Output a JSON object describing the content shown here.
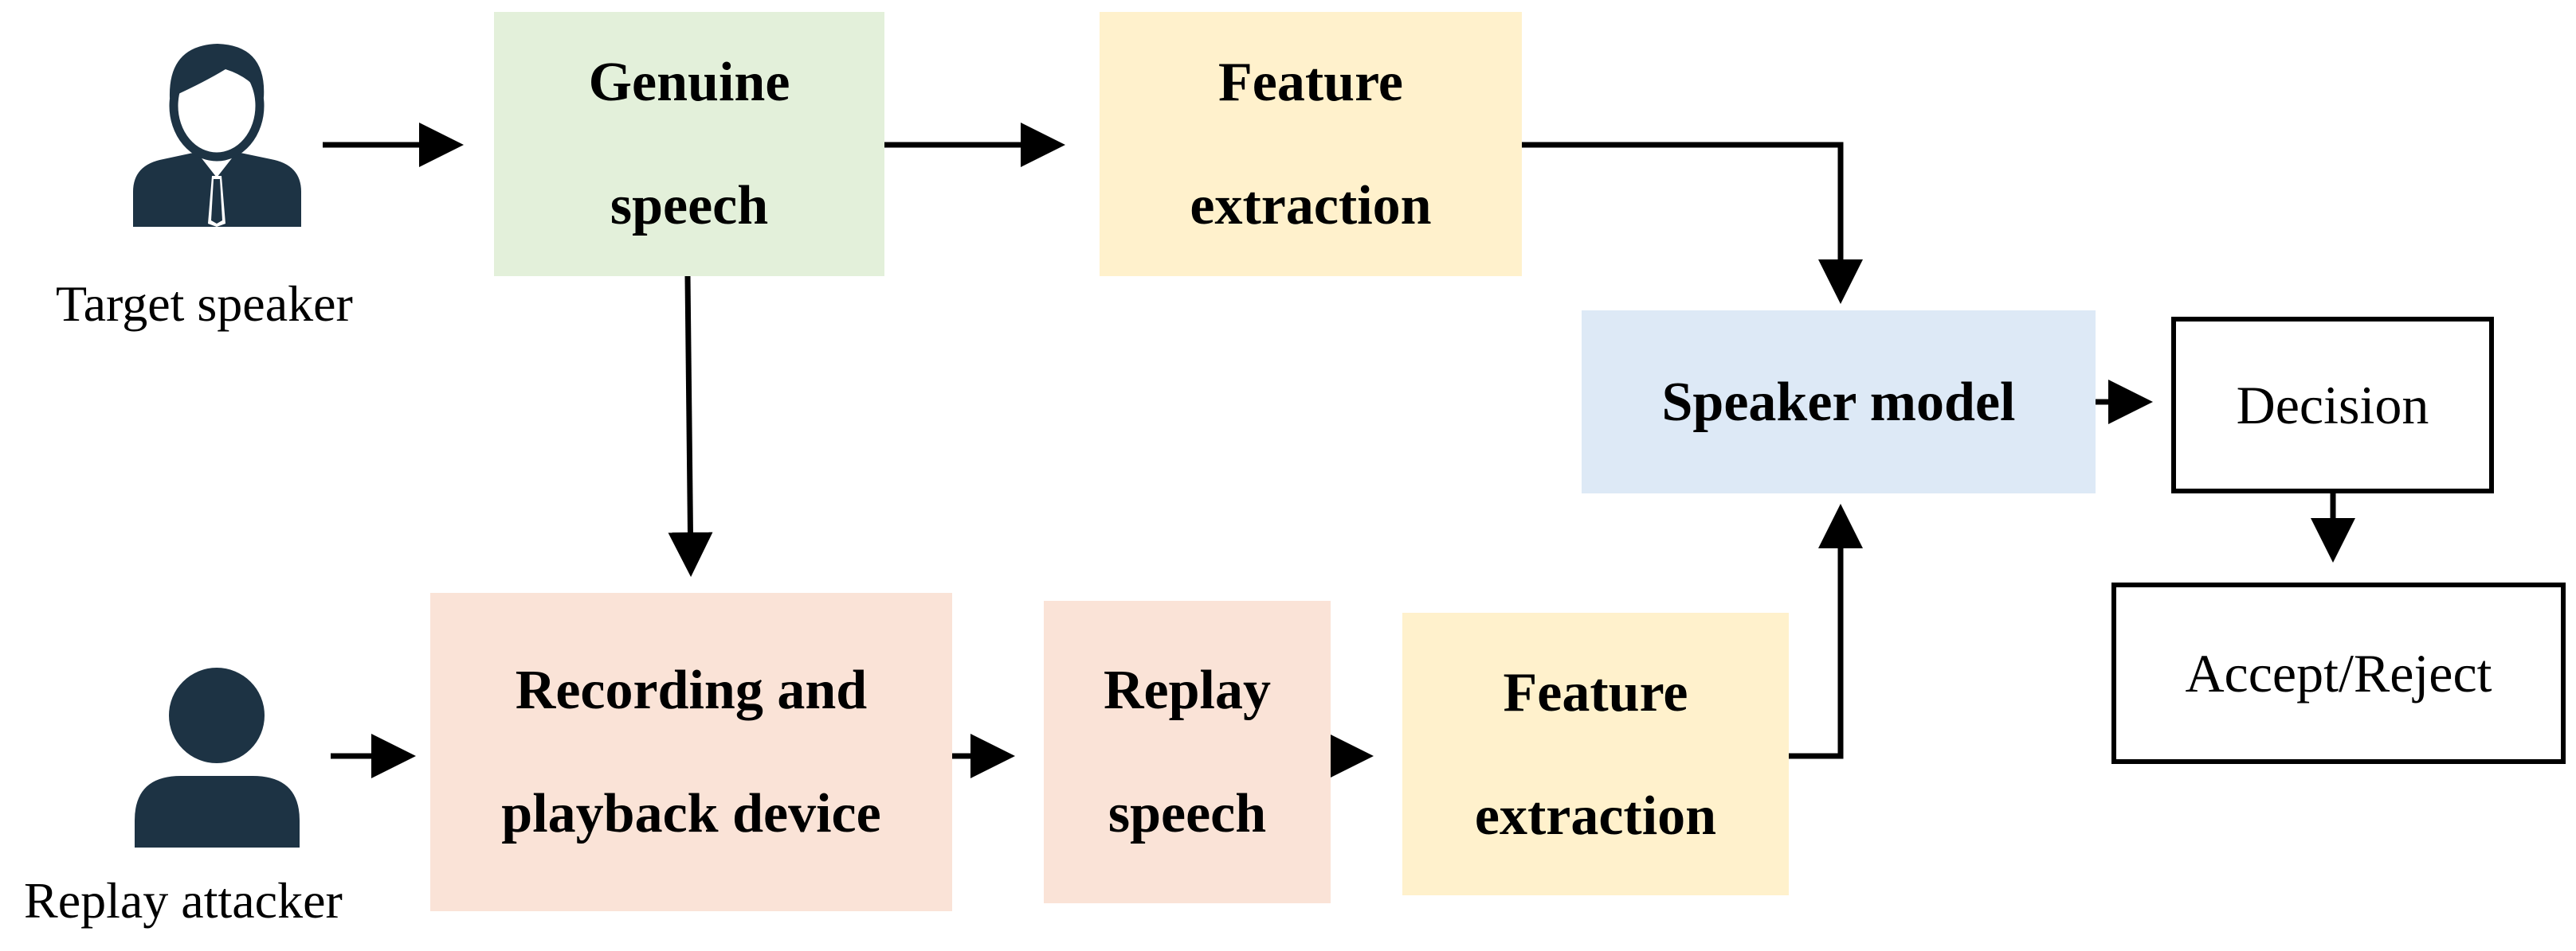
{
  "colors": {
    "green": "#e3f0da",
    "yellow": "#fff1cc",
    "peach": "#fae3d7",
    "blue": "#dde9f6",
    "icon": "#1d3344",
    "arrow": "#000000"
  },
  "target_speaker": {
    "icon": "businessman-icon",
    "label": "Target speaker"
  },
  "replay_attacker": {
    "icon": "person-icon",
    "label": "Replay attacker"
  },
  "genuine_speech": {
    "line1": "Genuine",
    "line2": "speech"
  },
  "feature_extraction_top": {
    "line1": "Feature",
    "line2": "extraction"
  },
  "speaker_model": {
    "label": "Speaker model"
  },
  "decision": {
    "label": "Decision"
  },
  "accept_reject": {
    "label": "Accept/Reject"
  },
  "recording_device": {
    "line1": "Recording and",
    "line2": "playback device"
  },
  "replay_speech": {
    "line1": "Replay",
    "line2": "speech"
  },
  "feature_extraction_bottom": {
    "line1": "Feature",
    "line2": "extraction"
  }
}
